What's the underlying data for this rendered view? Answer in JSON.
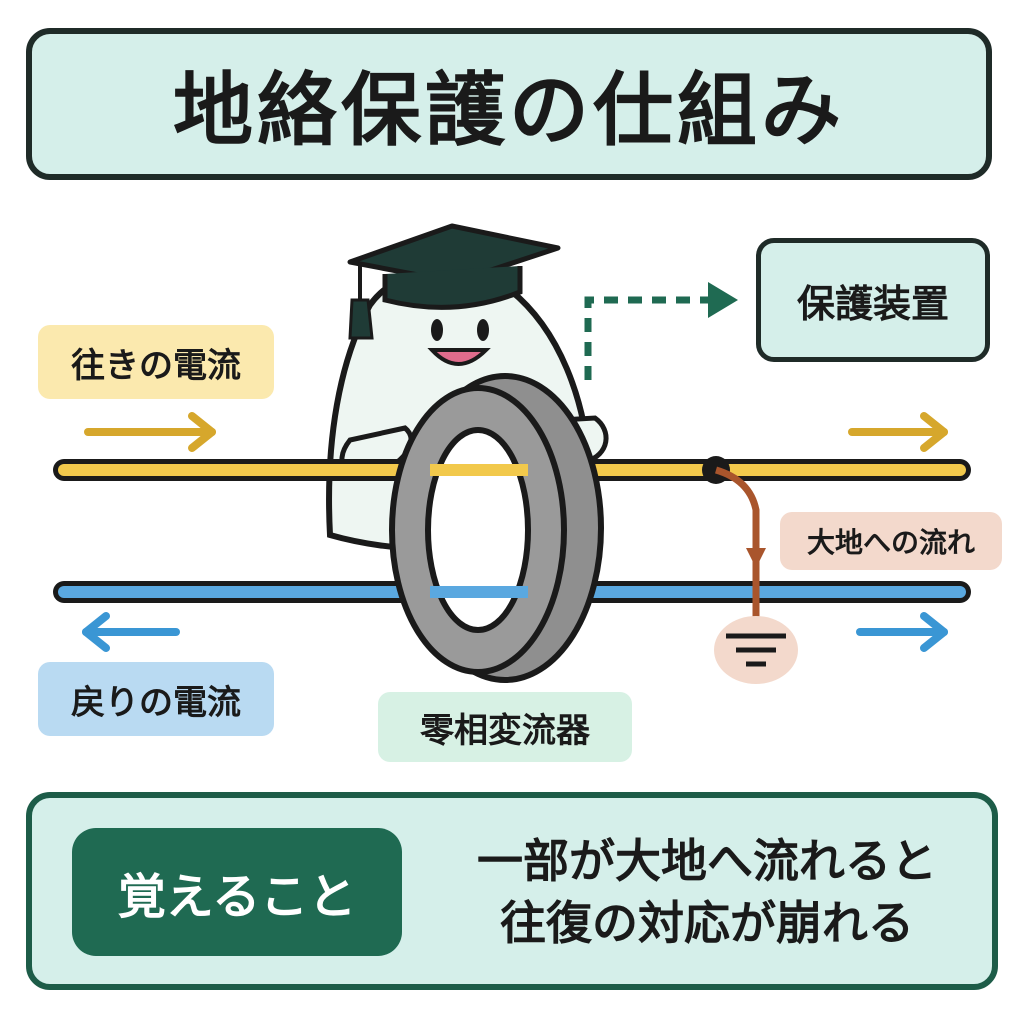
{
  "title": "地絡保護の仕組み",
  "labels": {
    "forward_current": "往きの電流",
    "return_current": "戻りの電流",
    "earth_flow": "大地への流れ",
    "zct": "零相変流器",
    "relay": "保護装置"
  },
  "remember": {
    "heading": "覚えること",
    "line1": "一部が大地へ流れると",
    "line2": "往復の対応が崩れる"
  },
  "colors": {
    "forward_wire": "#f2c94c",
    "return_wire": "#5aa8e0",
    "earth_wire": "#a9552c",
    "signal": "#1f6a52",
    "accent_dark": "#1f2b28"
  },
  "icons": [
    "mortarboard-icon",
    "ground-symbol-icon",
    "arrow-right-icon",
    "arrow-left-icon"
  ]
}
